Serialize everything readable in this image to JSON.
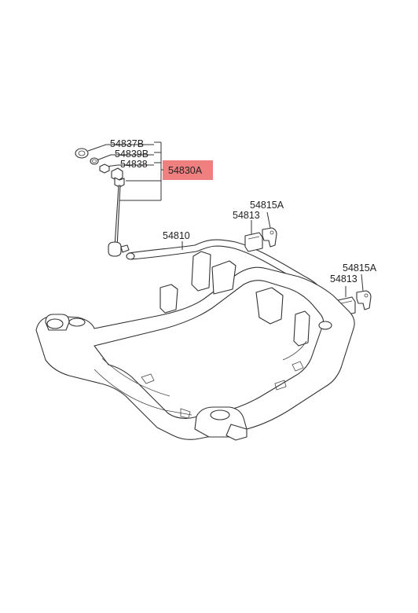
{
  "highlight_color": "#f08080",
  "labels": {
    "p54837B": "54837B",
    "p54839B": "54839B",
    "p54838": "54838",
    "p54830A": "54830A",
    "p54815A_1": "54815A",
    "p54813_1": "54813",
    "p54810": "54810",
    "p54815A_2": "54815A",
    "p54813_2": "54813"
  }
}
